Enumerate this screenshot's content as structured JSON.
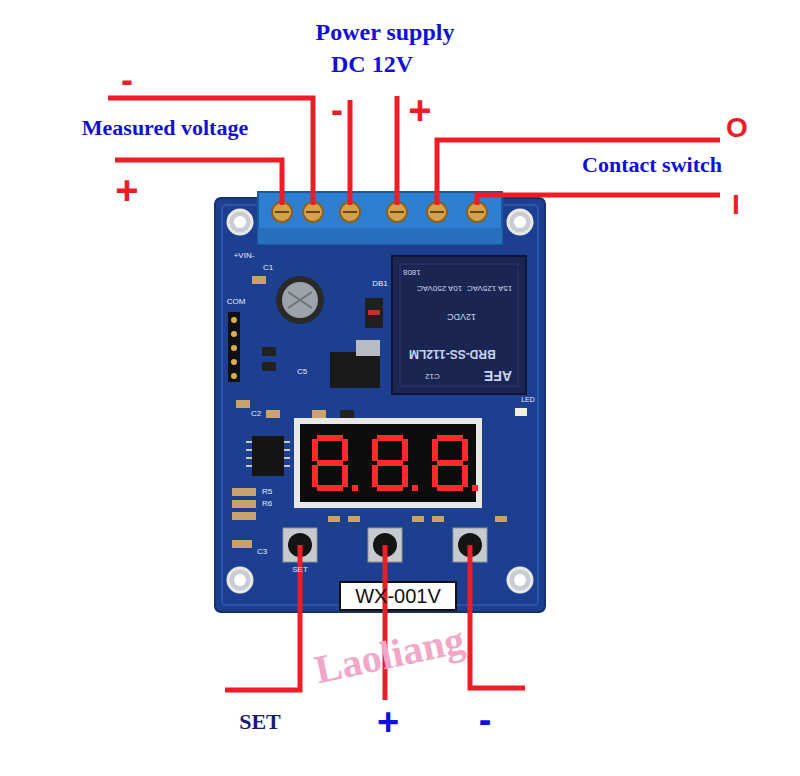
{
  "diagram": {
    "labels": [
      "Power supply",
      "DC 12V",
      "Measured voltage",
      "-",
      "+",
      "-",
      "+",
      "O",
      "Contact switch",
      "I",
      "SET",
      "+",
      "-",
      "WX-001V",
      "Laoliang",
      "+VIN-",
      "COM",
      "AFE",
      "BRD-SS-112LM",
      "12VDC",
      "15A 125VAC",
      "10A 250VAC",
      "C12",
      "1808",
      "DB1",
      "LED",
      "C5",
      "C2",
      "R5",
      "R6",
      "C3",
      "SET",
      "C1"
    ]
  }
}
